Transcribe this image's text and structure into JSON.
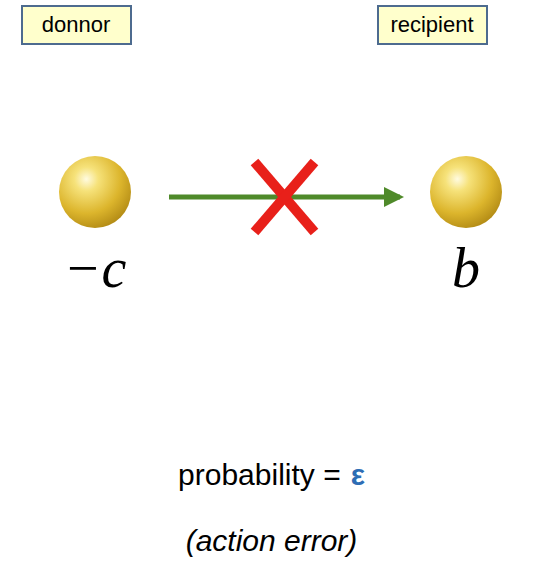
{
  "diagram": {
    "nodes": [
      {
        "text": [
          "donnor"
        ]
      },
      {
        "text": [
          "recipient"
        ]
      },
      {
        "text": [
          "−c"
        ]
      },
      {
        "text": [
          "b"
        ]
      }
    ],
    "edges": [
      {
        "from": 2,
        "to": 3,
        "arrow": "to"
      }
    ],
    "labels": [
      "probability =",
      "ε",
      "(action error)"
    ]
  }
}
